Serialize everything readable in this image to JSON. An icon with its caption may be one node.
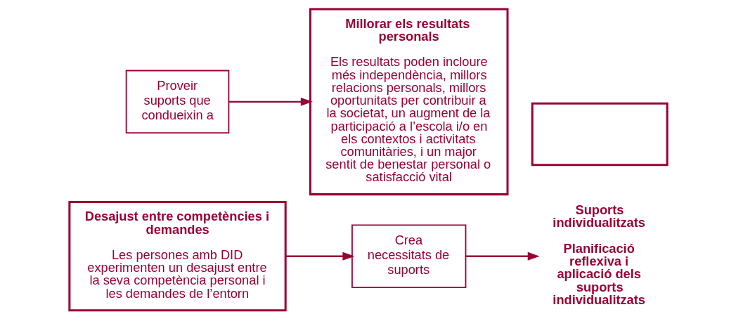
{
  "diagram": {
    "nodes": [
      {
        "text": [
          "Desajust entre competències i demandes",
          "Les persones amb DID experimenten un desajust entre la seva competència personal i les demandes de l’entorn"
        ]
      },
      {
        "text": [
          "Crea necessitats de suports"
        ]
      },
      {
        "text": [
          "Suports individualitzats",
          "Planificació reflexiva i aplicació dels suports individualitzats"
        ]
      },
      {
        "text": [
          "Proveir suports que condueixin a"
        ]
      },
      {
        "text": [
          "Millorar els resultats personals",
          "Els resultats poden incloure més independència, millors relacions personals, millors oportunitats per contribuir a la societat, un augment de la participació a l’escola i/o en els contextos i activitats comunitàries, i un major sentit de benestar personal o satisfacció vital"
        ]
      },
      {
        "text": [],
        "shape": "box"
      }
    ],
    "edges": [
      {
        "from": 0,
        "to": 1,
        "arrow": "to"
      },
      {
        "from": 1,
        "to": 2,
        "arrow": "to"
      },
      {
        "from": 3,
        "to": 4,
        "arrow": "to"
      }
    ]
  }
}
